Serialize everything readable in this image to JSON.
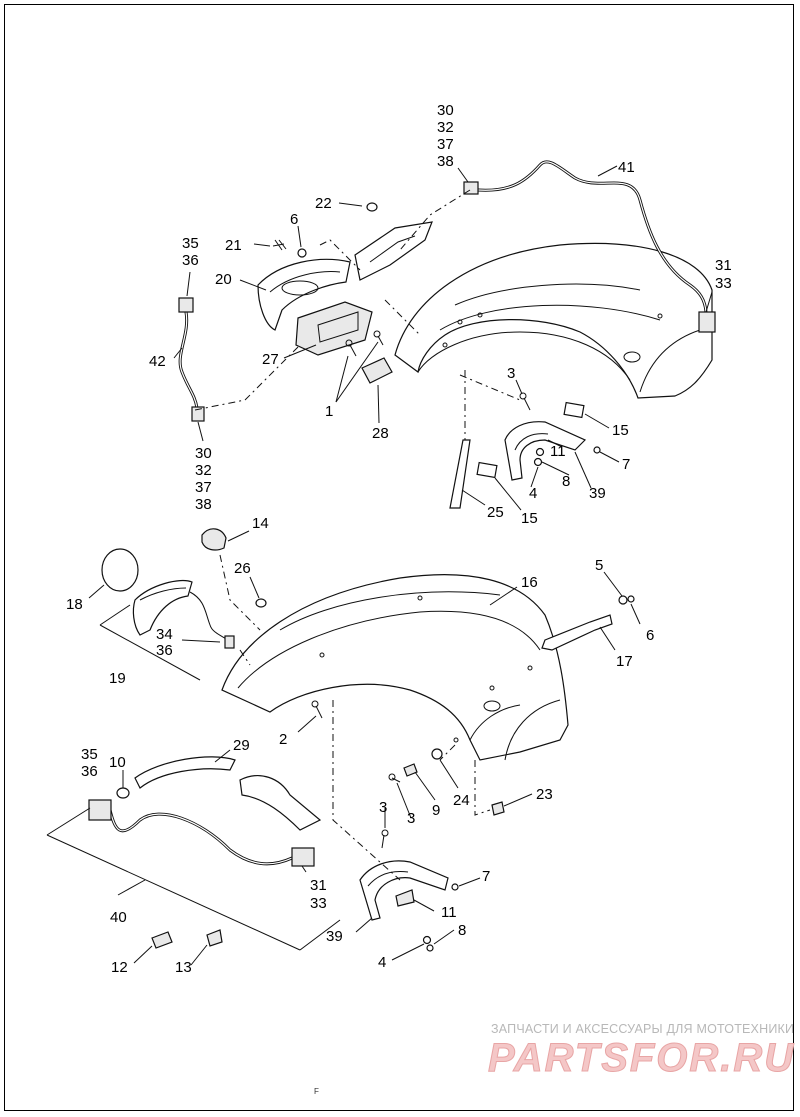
{
  "callouts": {
    "c30a": "30",
    "c32a": "32",
    "c37a": "37",
    "c38a": "38",
    "c41": "41",
    "c22": "22",
    "c6a": "6",
    "c21": "21",
    "c35a": "35",
    "c36a": "36",
    "c20": "20",
    "c31a": "31",
    "c33a": "33",
    "c42": "42",
    "c27": "27",
    "c1": "1",
    "c3a": "3",
    "c28": "28",
    "c15a": "15",
    "c11a": "11",
    "c7a": "7",
    "c4a": "4",
    "c8a": "8",
    "c39a": "39",
    "c30b": "30",
    "c32b": "32",
    "c37b": "37",
    "c38b": "38",
    "c25": "25",
    "c15b": "15",
    "c14": "14",
    "c26": "26",
    "c18": "18",
    "c16": "16",
    "c5": "5",
    "c6b": "6",
    "c17": "17",
    "c34": "34",
    "c36b": "36",
    "c19": "19",
    "c2": "2",
    "c29": "29",
    "c35b": "35",
    "c36c": "36",
    "c10": "10",
    "c24": "24",
    "c23": "23",
    "c3b": "3",
    "c3c": "3",
    "c9": "9",
    "c31b": "31",
    "c33b": "33",
    "c7b": "7",
    "c11b": "11",
    "c40": "40",
    "c39b": "39",
    "c8b": "8",
    "c4b": "4",
    "c12": "12",
    "c13": "13"
  },
  "watermark": {
    "caption": "ЗАПЧАСТИ И АКСЕССУАРЫ ДЛЯ МОТОТЕХНИКИ",
    "logo": "PARTSFOR.RU"
  },
  "page_mark": "F"
}
